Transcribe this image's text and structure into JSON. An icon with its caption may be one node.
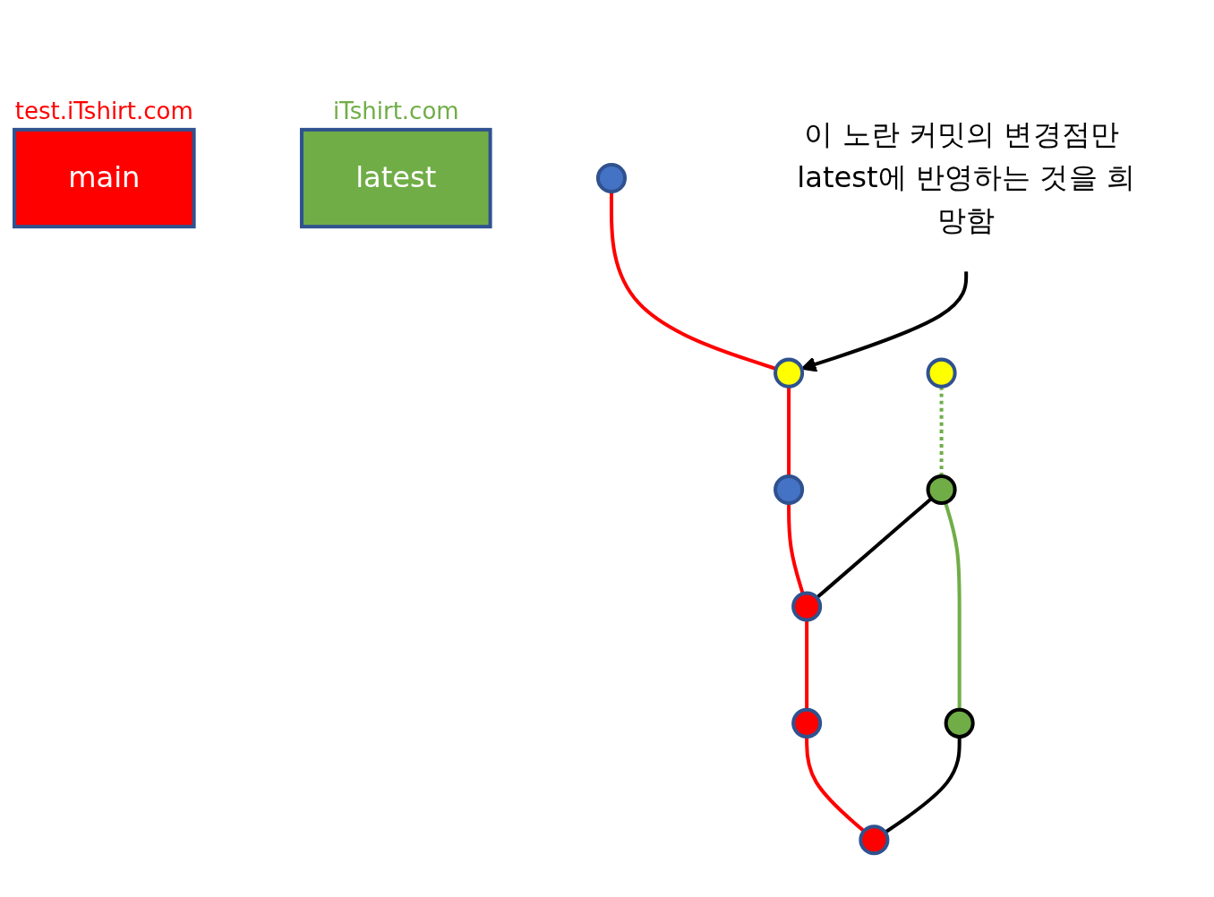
{
  "diagram": {
    "nodes": [
      {
        "text": [
          "main"
        ],
        "beside": [
          "test.iTshirt.com"
        ]
      },
      {
        "text": [
          "latest"
        ],
        "beside": [
          "iTshirt.com"
        ]
      },
      {
        "text": [],
        "shape": "circle"
      },
      {
        "text": [],
        "shape": "circle"
      },
      {
        "text": [],
        "shape": "circle"
      },
      {
        "text": [],
        "shape": "circle"
      },
      {
        "text": [],
        "shape": "circle"
      },
      {
        "text": [],
        "shape": "circle"
      },
      {
        "text": [],
        "shape": "circle"
      },
      {
        "text": [],
        "shape": "circle"
      },
      {
        "text": [],
        "shape": "circle"
      },
      {
        "text": [
          "이 노란 커밋의 변경점만 latest에 반영하는 것을 희망함"
        ]
      }
    ],
    "edges": [
      {
        "from": 2,
        "to": 3,
        "arrow": "none"
      },
      {
        "from": 3,
        "to": 4,
        "arrow": "none"
      },
      {
        "from": 4,
        "to": 5,
        "arrow": "none"
      },
      {
        "from": 5,
        "to": 6,
        "arrow": "none"
      },
      {
        "from": 6,
        "to": 7,
        "arrow": "none"
      },
      {
        "from": 8,
        "to": 9,
        "arrow": "none",
        "style": "dashed",
        "color": "#70ad47"
      },
      {
        "from": 9,
        "to": 10,
        "arrow": "none",
        "color": "#70ad47"
      },
      {
        "from": 9,
        "to": 5,
        "arrow": "none",
        "color": "#000000"
      },
      {
        "from": 10,
        "to": 7,
        "arrow": "none",
        "color": "#000000"
      },
      {
        "from": 11,
        "to": 3,
        "arrow": "to",
        "color": "#000000"
      }
    ]
  }
}
